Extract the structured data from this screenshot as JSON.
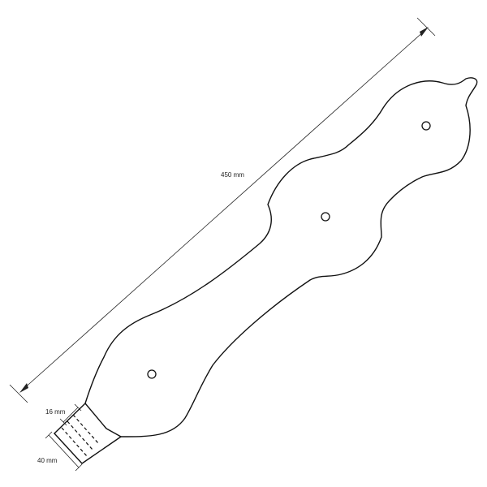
{
  "dimensions": {
    "overall_length": "450 mm",
    "tab_width": "16 mm",
    "tab_length": "40 mm"
  },
  "colors": {
    "stroke": "#111111",
    "background": "#ffffff"
  }
}
